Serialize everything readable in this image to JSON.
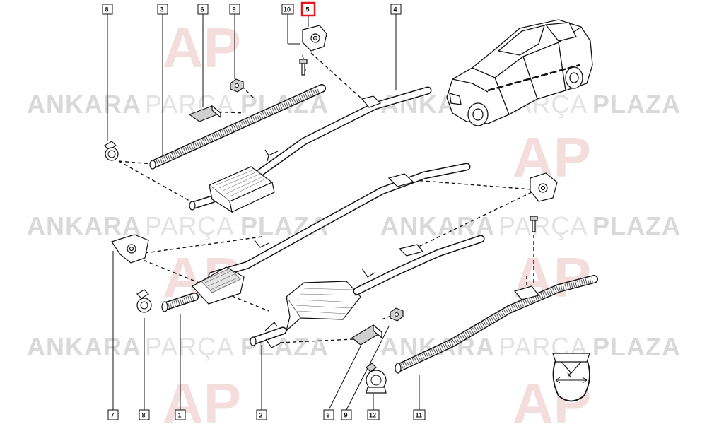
{
  "watermark": {
    "bold_word_1": "ANKARA",
    "light_word": "PARÇA",
    "bold_word_2": "PLAZA",
    "logo_letters": "AP"
  },
  "callouts": [
    {
      "id": "8",
      "highlighted": false
    },
    {
      "id": "3",
      "highlighted": false
    },
    {
      "id": "6",
      "highlighted": false
    },
    {
      "id": "9",
      "highlighted": false
    },
    {
      "id": "10",
      "highlighted": false
    },
    {
      "id": "5",
      "highlighted": true
    },
    {
      "id": "4",
      "highlighted": false
    },
    {
      "id": "7",
      "highlighted": false
    },
    {
      "id": "8",
      "highlighted": false
    },
    {
      "id": "1",
      "highlighted": false
    },
    {
      "id": "2",
      "highlighted": false
    },
    {
      "id": "6",
      "highlighted": false
    },
    {
      "id": "9",
      "highlighted": false
    },
    {
      "id": "12",
      "highlighted": false
    },
    {
      "id": "11",
      "highlighted": false
    }
  ],
  "clamp_detail": {
    "dimension_label": "X"
  },
  "colors": {
    "highlight": "#e8141c",
    "line": "#111111",
    "watermark": "#d9d9d9"
  }
}
